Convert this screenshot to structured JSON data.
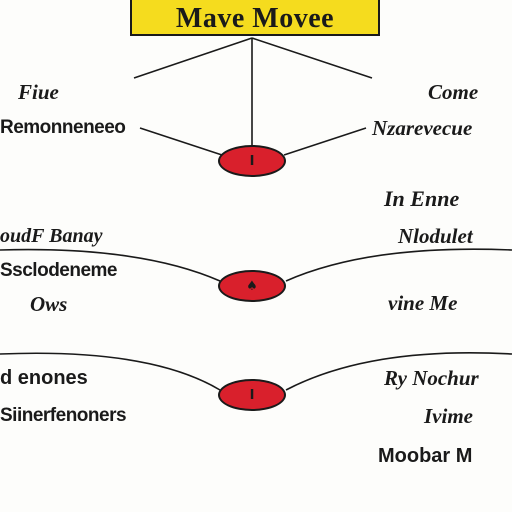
{
  "diagram": {
    "title": "Mave Movee",
    "colors": {
      "title_fill": "#f5dc1e",
      "node_fill": "#d9202c",
      "stroke": "#1a1a1a"
    },
    "nodes": [
      {
        "symbol": "I"
      },
      {
        "symbol": "♠"
      },
      {
        "symbol": "I"
      }
    ],
    "left_labels": [
      "Fiue",
      "Remonneneeo",
      "oudF Banay",
      "Ssclodeneme",
      "Ows",
      "d enones",
      "Siinerfenoners"
    ],
    "right_labels": [
      "Come",
      "Nzarevecue",
      "In Enne",
      "Nlodulet",
      "vine Me",
      "Ry Nochur",
      "Ivime",
      "Moobar M"
    ]
  }
}
